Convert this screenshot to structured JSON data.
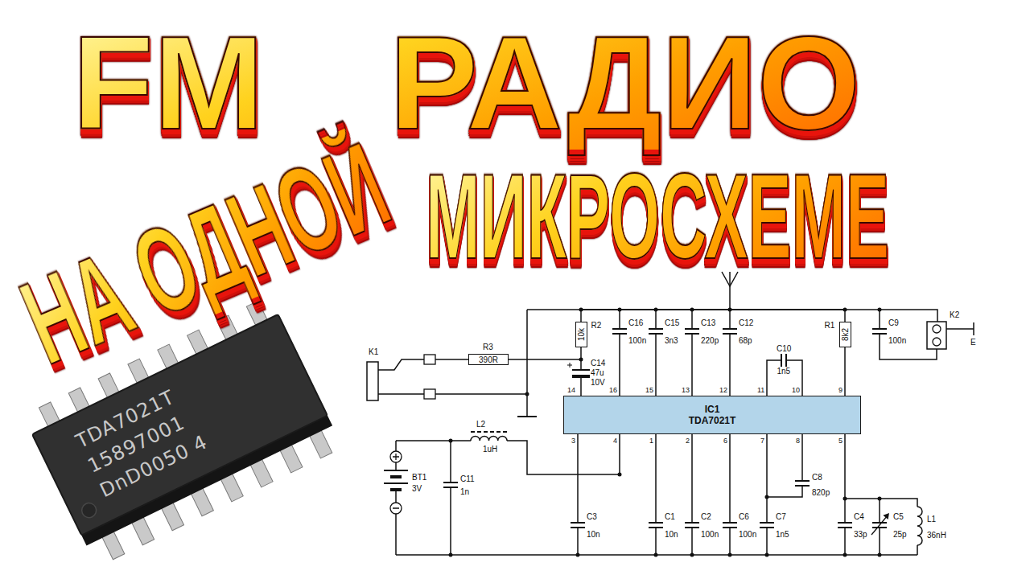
{
  "diagram": {
    "title": "FM РАДИО",
    "nodes": [
      {
        "text": [
          "R2",
          "10k"
        ]
      },
      {
        "text": [
          "R1",
          "8k2"
        ]
      },
      {
        "text": [
          "R3",
          "390R"
        ]
      },
      {
        "text": [
          "IC1",
          "TDA7021T"
        ]
      }
    ],
    "edges": [
      {
        "from": 0,
        "to": 1,
        "arrow": "none"
      },
      {
        "from": 2,
        "to": 0,
        "arrow": "none"
      },
      {
        "from": 1,
        "to": 3,
        "arrow": "none"
      }
    ],
    "labels": [
      "НА ОДНОЙ",
      "МИКРОСХЕМЕ",
      "TDA7021T",
      "15897001",
      "DnD0050 4",
      "K1",
      "C16",
      "100n",
      "C15",
      "3n3",
      "C13",
      "220p",
      "C12",
      "68p",
      "C10",
      "1n5",
      "C9",
      "100n",
      "K2",
      "E",
      "C14",
      "47u",
      "10V",
      "14",
      "16",
      "15",
      "13",
      "12",
      "11",
      "10",
      "9",
      "3",
      "4",
      "1",
      "2",
      "6",
      "7",
      "8",
      "5",
      "BT1",
      "3V",
      "L2",
      "1uH",
      "C11",
      "1n",
      "C8",
      "820p",
      "C3",
      "10n",
      "C1",
      "10n",
      "C2",
      "100n",
      "C6",
      "100n",
      "C7",
      "1n5",
      "C4",
      "33p",
      "C5",
      "25p",
      "L1",
      "36nH"
    ]
  }
}
